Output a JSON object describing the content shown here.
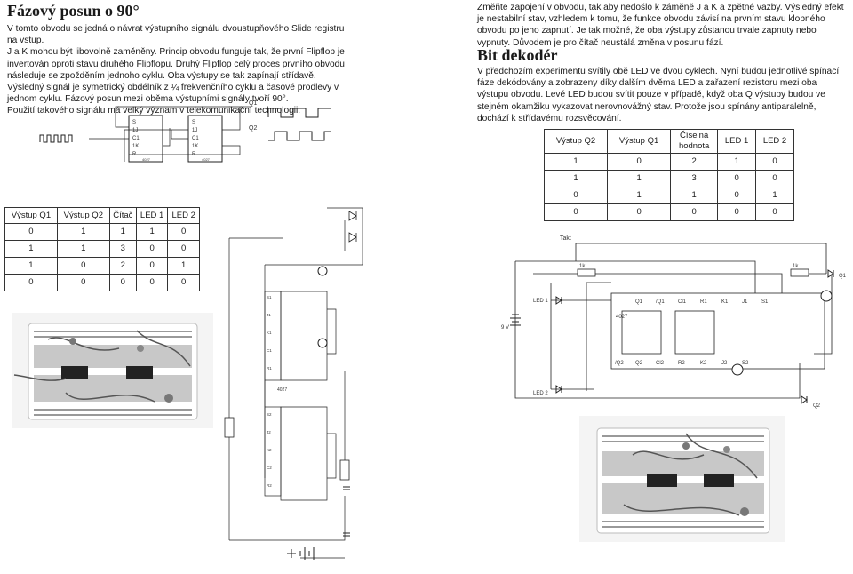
{
  "left": {
    "heading": "Fázový posun o 90°",
    "paragraphs": [
      "V tomto obvodu se jedná o návrat výstupního signálu dvoustupňového Slide registru na vstup.",
      "J a K mohou být libovolně zaměněny. Princip obvodu funguje tak, že první Flipflop je invertován oproti stavu druhého Flipflopu. Druhý Flipflop celý proces prvního obvodu následuje se zpožděním jednoho cyklu. Oba výstupy se tak zapínají střídavě. Výsledný signál je symetrický obdélník z ¼ frekvenčního cyklu a časové prodlevy v jednom cyklu. Fázový posun mezi oběma výstupními signály tvoří 90°.",
      "Použití takového signálu má velký význam v telekomunikační technologii."
    ],
    "diagram_labels": {
      "q1": "Q1",
      "q2": "Q2",
      "ff_pins": [
        "S",
        "1J",
        "C1",
        "1K",
        "R"
      ],
      "ff_name": "4027"
    },
    "table": {
      "headers": [
        "Výstup Q1",
        "Výstup Q2",
        "Čítač",
        "LED 1",
        "LED 2"
      ],
      "rows": [
        [
          "0",
          "1",
          "1",
          "1",
          "0"
        ],
        [
          "1",
          "1",
          "3",
          "0",
          "0"
        ],
        [
          "1",
          "0",
          "2",
          "0",
          "1"
        ],
        [
          "0",
          "0",
          "0",
          "0",
          "0"
        ]
      ]
    }
  },
  "right": {
    "paragraph_top": "Změňte zapojení v obvodu, tak aby nedošlo k záměně J a K a zpětné vazby. Výsledný efekt je nestabilní stav, vzhledem k tomu, že funkce obvodu závisí na prvním stavu klopného obvodu po jeho zapnutí. Je tak možné, že oba výstupy zůstanou trvale zapnuty nebo vypnuty. Důvodem je pro čítač neustálá změna v posunu fází.",
    "heading": "Bit dekodér",
    "paragraph_bottom": "V předchozím experimentu svítily obě LED ve dvou cyklech. Nyní budou jednotlivé spínací fáze dekódovány a zobrazeny díky dalším dvěma LED a zařazení rezistoru mezi oba výstupu obvodu. Levé LED budou svítit pouze v případě, když oba Q výstupy budou ve stejném okamžiku vykazovat nerovnovážný stav. Protože jsou spínány antiparalelně, dochází k střídavému rozsvěcování.",
    "table": {
      "headers": [
        "Výstup Q2",
        "Výstup Q1",
        "Číselná hodnota",
        "LED 1",
        "LED 2"
      ],
      "rows": [
        [
          "1",
          "0",
          "2",
          "1",
          "0"
        ],
        [
          "1",
          "1",
          "3",
          "0",
          "0"
        ],
        [
          "0",
          "1",
          "1",
          "0",
          "1"
        ],
        [
          "0",
          "0",
          "0",
          "0",
          "0"
        ]
      ]
    },
    "diagram_labels": {
      "takt": "Takt",
      "led1": "LED 1",
      "led2": "LED 2",
      "q1": "Q1",
      "q2": "Q2",
      "r1": "1k",
      "r2": "1k",
      "battery": "9 V",
      "ic": "4027",
      "top_pins": [
        "Q1",
        "/Q1",
        "Cl1",
        "R1",
        "K1",
        "J1",
        "S1"
      ],
      "bottom_pins": [
        "/Q2",
        "Q2",
        "Cl2",
        "R2",
        "K2",
        "J2",
        "S2"
      ]
    }
  }
}
